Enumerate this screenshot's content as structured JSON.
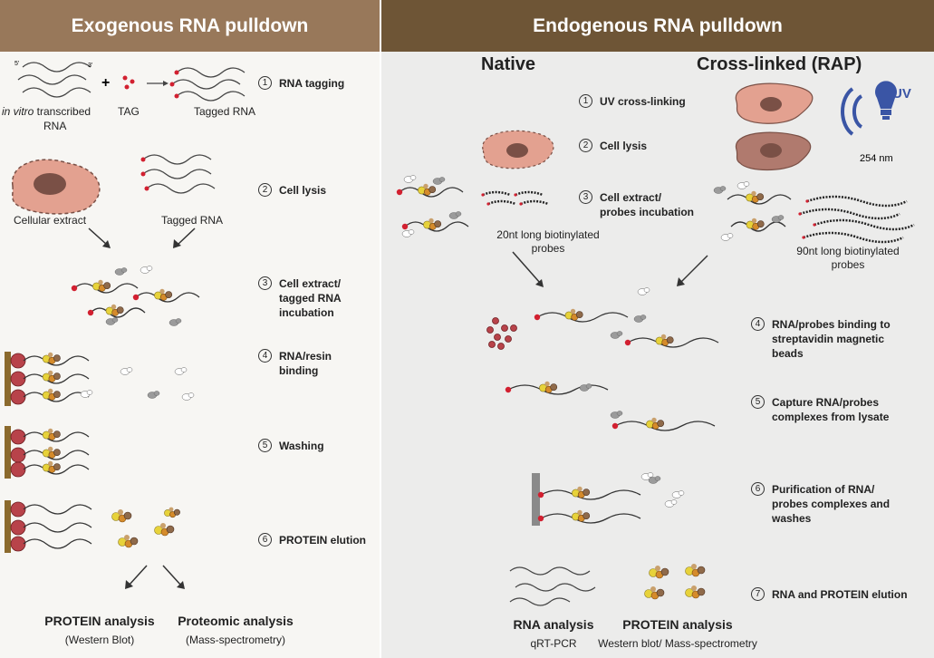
{
  "left": {
    "title": "Exogenous RNA pulldown",
    "labels": {
      "in_vitro": "in vitro",
      "transcribed": " transcribed",
      "rna": "RNA",
      "tag": "TAG",
      "tagged_rna_top": "Tagged RNA",
      "cellular_extract": "Cellular extract",
      "tagged_rna_mid": "Tagged RNA",
      "end5": "5'",
      "end3": "3'"
    },
    "steps": [
      {
        "n": "1",
        "text": "RNA tagging"
      },
      {
        "n": "2",
        "text": "Cell lysis"
      },
      {
        "n": "3",
        "text": "Cell extract/\ntagged RNA\nincubation"
      },
      {
        "n": "4",
        "text": "RNA/resin\nbinding"
      },
      {
        "n": "5",
        "text": "Washing"
      },
      {
        "n": "6",
        "text": "PROTEIN elution"
      }
    ],
    "analysis": [
      {
        "title": "PROTEIN analysis",
        "sub": "(Western Blot)"
      },
      {
        "title": "Proteomic analysis",
        "sub": "(Mass-spectrometry)"
      }
    ]
  },
  "right": {
    "title": "Endogenous RNA pulldown",
    "native": "Native",
    "crosslinked": "Cross-linked (RAP)",
    "uv": "UV",
    "wavelength": "254 nm",
    "probe_native": "20nt long biotinylated\nprobes",
    "probe_rap": "90nt long biotinylated\nprobes",
    "steps": [
      {
        "n": "1",
        "text": "UV cross-linking"
      },
      {
        "n": "2",
        "text": "Cell lysis"
      },
      {
        "n": "3",
        "text": "Cell extract/\nprobes incubation"
      },
      {
        "n": "4",
        "text": "RNA/probes binding to\nstreptavidin magnetic\nbeads"
      },
      {
        "n": "5",
        "text": "Capture RNA/probes\ncomplexes from lysate"
      },
      {
        "n": "6",
        "text": "Purification of RNA/\nprobes complexes and\nwashes"
      },
      {
        "n": "7",
        "text": "RNA and PROTEIN elution"
      }
    ],
    "analysis": [
      {
        "title": "RNA analysis",
        "sub": "qRT-PCR"
      },
      {
        "title": "PROTEIN analysis",
        "sub": "Western blot/ Mass-spectrometry"
      }
    ]
  },
  "colors": {
    "left_header": "#98785a",
    "right_header": "#6e5536",
    "tag_red": "#d22030",
    "cell_pink": "#e3a190",
    "cell_dark": "#b07a6e",
    "nucleus": "#7a5046",
    "uv_blue": "#3a55a5",
    "resin": "#8b6a2d",
    "bead": "#b8434a",
    "protein_yellow": "#e7d23a",
    "protein_orange": "#d58b2b",
    "protein_brown": "#8f6a4a",
    "protein_grey": "#9b9b9b"
  }
}
